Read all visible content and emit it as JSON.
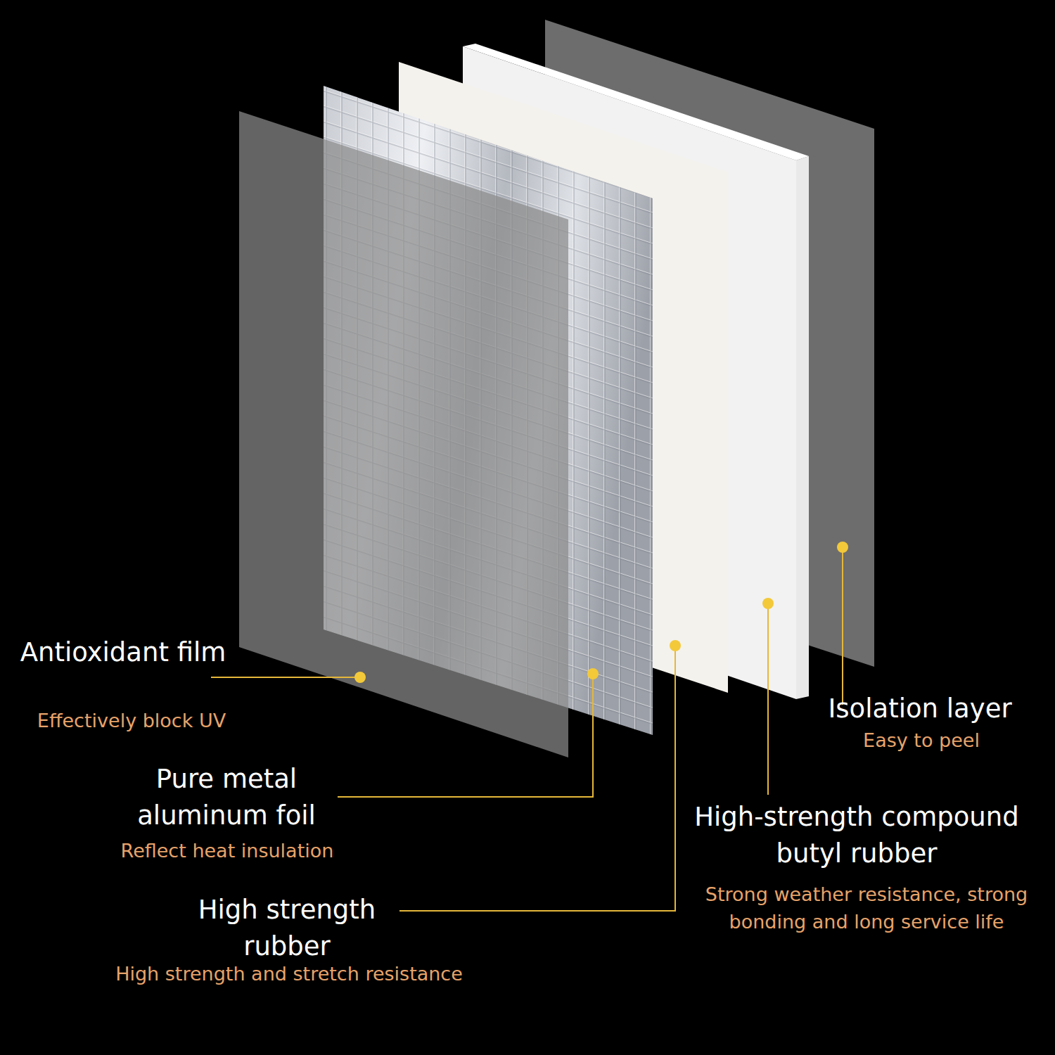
{
  "diagram": {
    "labels": [
      "Antioxidant film",
      "Effectively block UV",
      "Pure metal aluminum foil",
      "Reflect heat insulation",
      "High strength rubber",
      "High strength and stretch resistance",
      "Isolation layer",
      "Easy to peel",
      "High-strength compound butyl rubber",
      "Strong weather resistance, strong bonding and long service life"
    ]
  }
}
